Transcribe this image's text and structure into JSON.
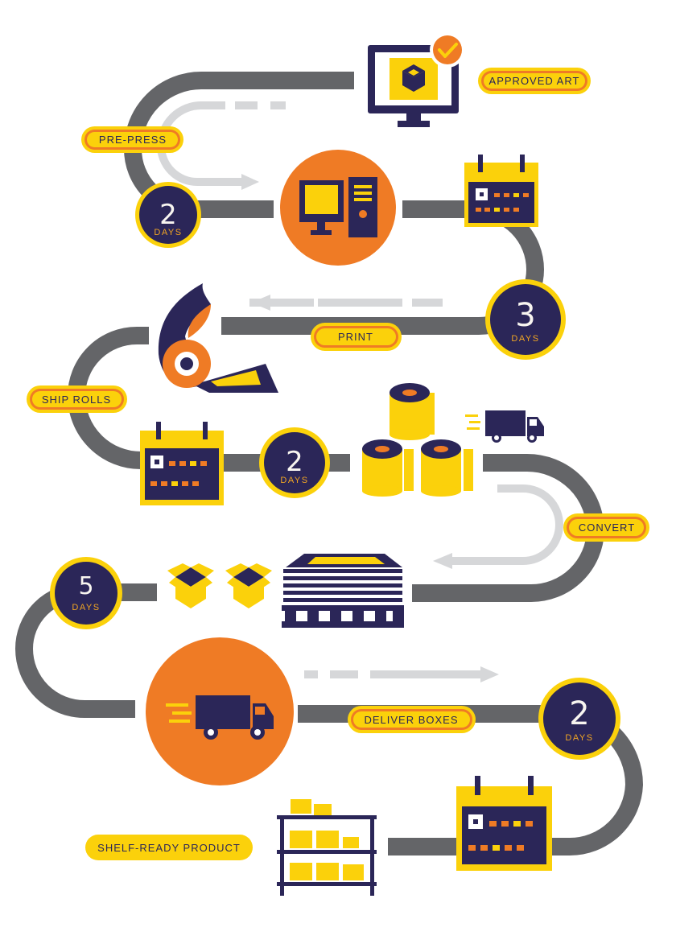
{
  "colors": {
    "navy": "#2b2658",
    "orange": "#ef7b25",
    "yellow": "#fbd10b",
    "gray": "#646568",
    "light_gray": "#d6d7d9",
    "white": "#ffffff"
  },
  "labels": {
    "approved_art": "APPROVED ART",
    "pre_press": "PRE-PRESS",
    "print": "PRINT",
    "ship_rolls": "SHIP ROLLS",
    "convert": "CONVERT",
    "deliver_boxes": "DELIVER BOXES",
    "shelf_ready": "SHELF-READY PRODUCT"
  },
  "durations": [
    {
      "value": "2",
      "unit": "DAYS"
    },
    {
      "value": "3",
      "unit": "DAYS"
    },
    {
      "value": "2",
      "unit": "DAYS"
    },
    {
      "value": "5",
      "unit": "DAYS"
    },
    {
      "value": "2",
      "unit": "DAYS"
    }
  ],
  "icons": [
    "monitor-box-check-icon",
    "computer-tower-icon",
    "calendar-icon",
    "label-roll-print-icon",
    "label-rolls-stack-icon",
    "delivery-truck-icon",
    "open-box-icon",
    "pallet-stack-icon",
    "shelf-boxes-icon"
  ]
}
